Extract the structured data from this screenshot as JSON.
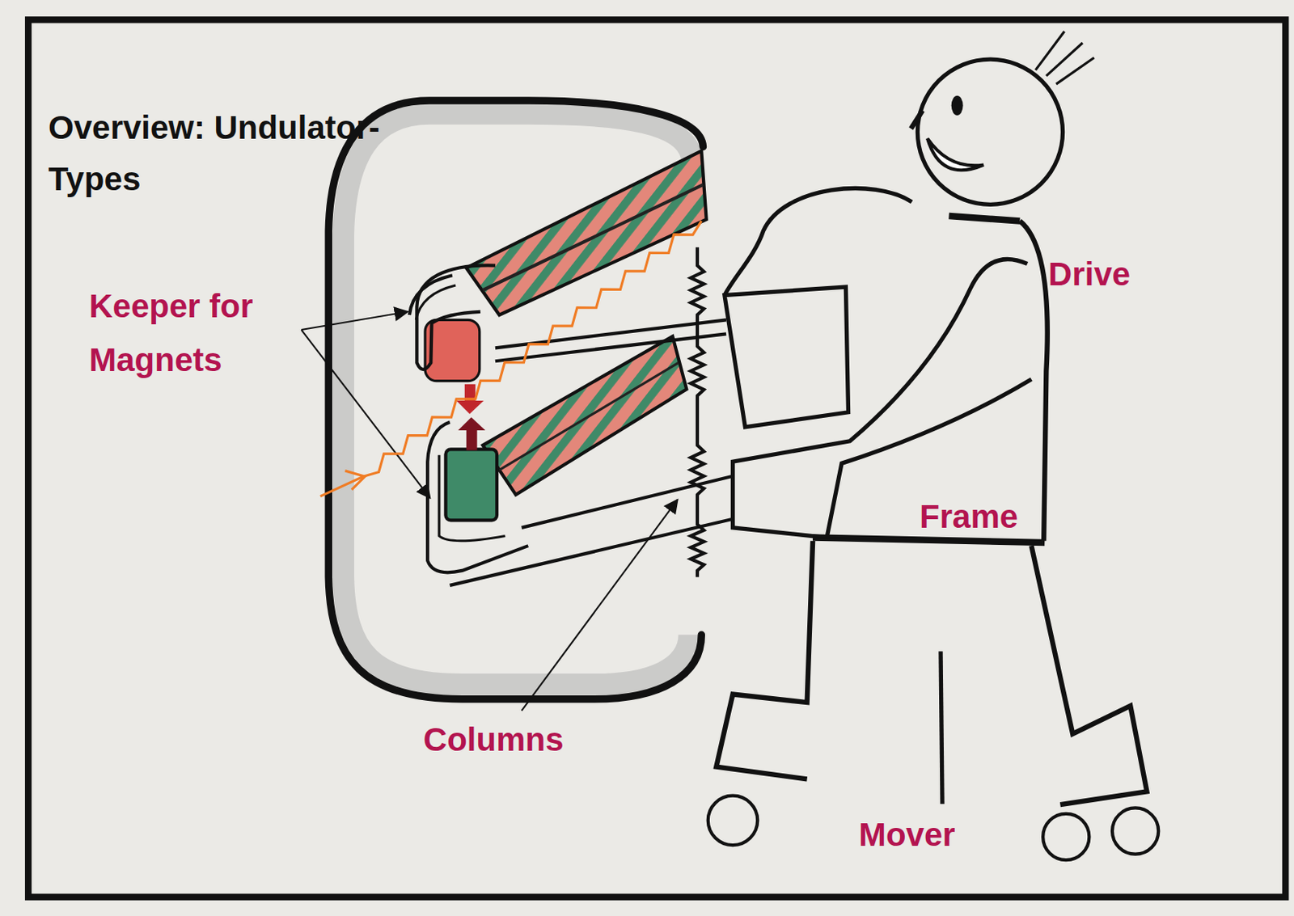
{
  "diagram": {
    "title": "Overview: Undulator-Types",
    "labels": [
      "Keeper for Magnets",
      "Columns",
      "Drive",
      "Frame",
      "Mover"
    ]
  }
}
